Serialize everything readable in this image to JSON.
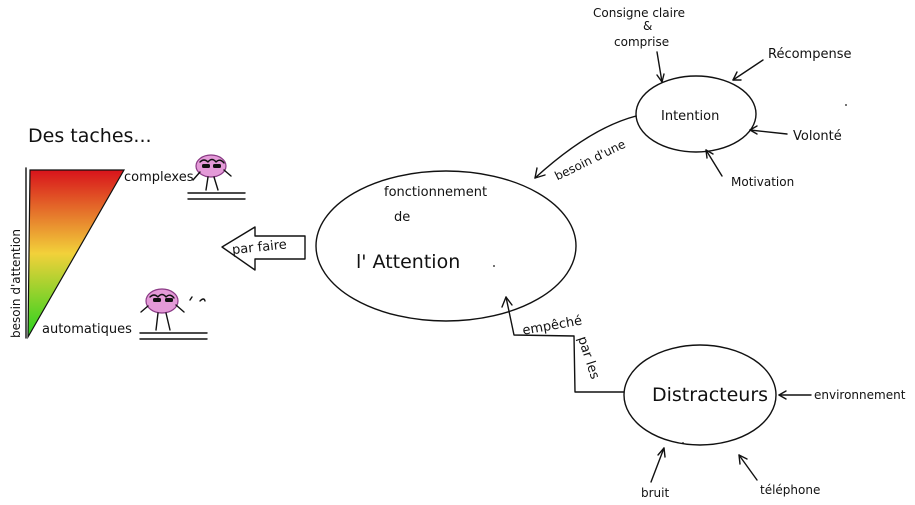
{
  "left_panel": {
    "title": "Des taches...",
    "top_label": "complexes",
    "bottom_label": "automatiques",
    "axis_label": "besoin d'attention",
    "gradient_top_color": "#d8131b",
    "gradient_mid_color": "#f2d13a",
    "gradient_bottom_color": "#27d21e"
  },
  "arrow_label": "par faire",
  "center": {
    "line1": "fonctionnement",
    "line2": "de",
    "line3": "l' Attention"
  },
  "intention": {
    "label": "Intention",
    "inputs": [
      "Consigne claire",
      "&",
      "comprise",
      "Récompense",
      "Volonté",
      "Motivation"
    ],
    "edge_label": "besoin d'une"
  },
  "distracteurs": {
    "label": "Distracteurs",
    "inputs": [
      "environnement",
      "téléphone",
      "bruit"
    ],
    "edge_label_a": "empêché",
    "edge_label_b": "par les"
  },
  "colors": {
    "ink": "#111111",
    "brain_fill": "#e49ad8",
    "brain_stroke": "#8a3a85"
  }
}
